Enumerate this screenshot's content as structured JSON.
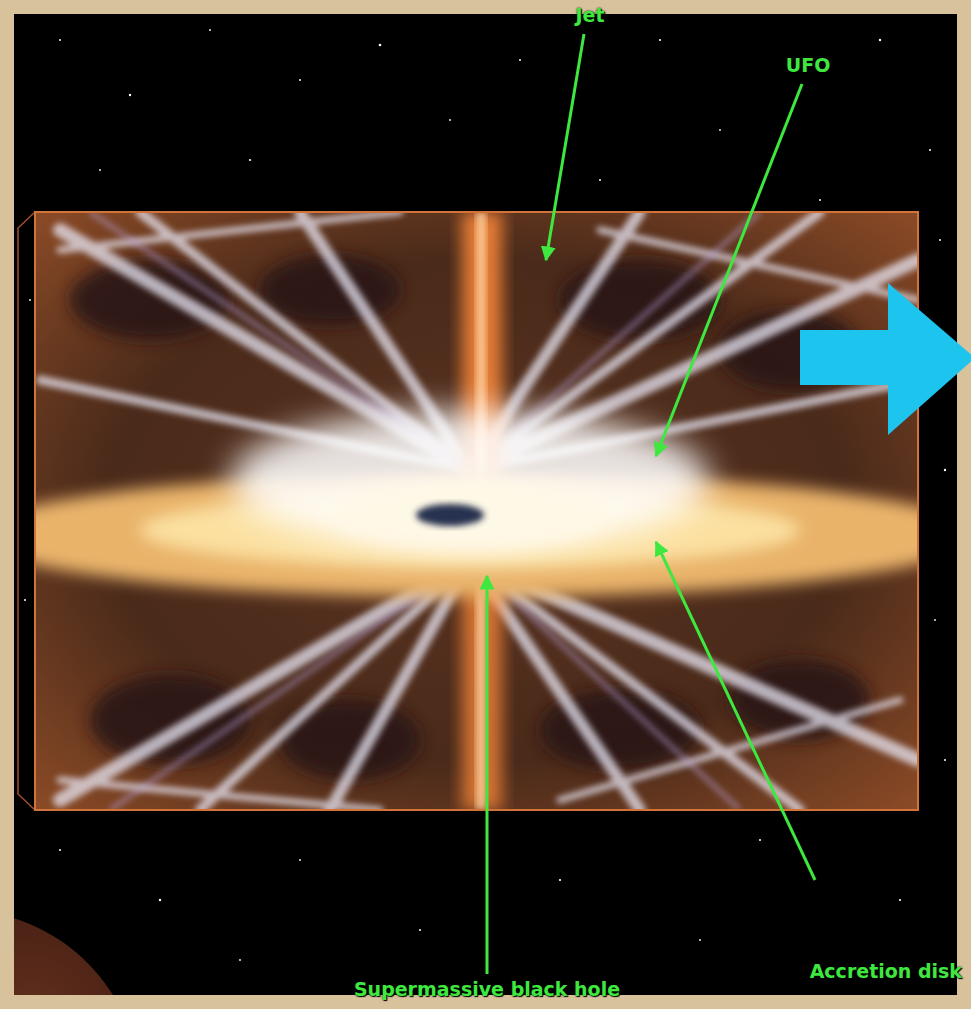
{
  "diagram": {
    "labels": [
      "Jet",
      "UFO",
      "Accretion disk",
      "Supermassive black hole"
    ]
  }
}
